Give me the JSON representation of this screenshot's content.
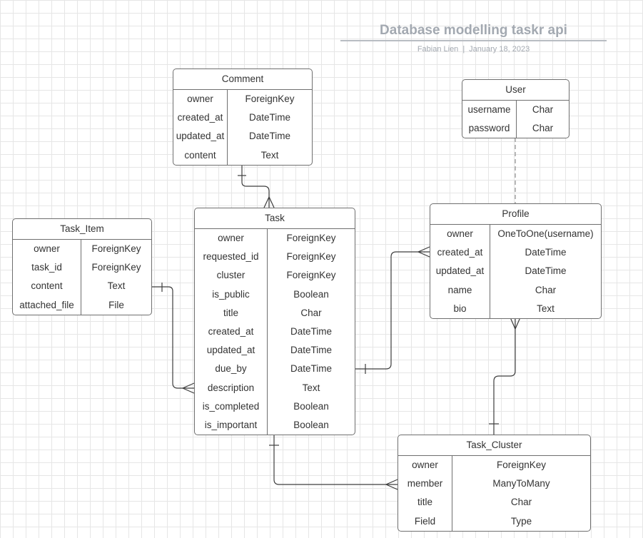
{
  "header": {
    "title": "Database modelling taskr api",
    "author": "Fabian Lien",
    "separator": "|",
    "date": "January 18, 2023"
  },
  "entities": {
    "comment": {
      "title": "Comment",
      "fields": [
        {
          "name": "owner",
          "type": "ForeignKey"
        },
        {
          "name": "created_at",
          "type": "DateTime"
        },
        {
          "name": "updated_at",
          "type": "DateTime"
        },
        {
          "name": "content",
          "type": "Text"
        }
      ]
    },
    "user": {
      "title": "User",
      "fields": [
        {
          "name": "username",
          "type": "Char"
        },
        {
          "name": "password",
          "type": "Char"
        }
      ]
    },
    "task_item": {
      "title": "Task_Item",
      "fields": [
        {
          "name": "owner",
          "type": "ForeignKey"
        },
        {
          "name": "task_id",
          "type": "ForeignKey"
        },
        {
          "name": "content",
          "type": "Text"
        },
        {
          "name": "attached_file",
          "type": "File"
        }
      ]
    },
    "task": {
      "title": "Task",
      "fields": [
        {
          "name": "owner",
          "type": "ForeignKey"
        },
        {
          "name": "requested_id",
          "type": "ForeignKey"
        },
        {
          "name": "cluster",
          "type": "ForeignKey"
        },
        {
          "name": "is_public",
          "type": "Boolean"
        },
        {
          "name": "title",
          "type": "Char"
        },
        {
          "name": "created_at",
          "type": "DateTime"
        },
        {
          "name": "updated_at",
          "type": "DateTime"
        },
        {
          "name": "due_by",
          "type": "DateTime"
        },
        {
          "name": "description",
          "type": "Text"
        },
        {
          "name": "is_completed",
          "type": "Boolean"
        },
        {
          "name": "is_important",
          "type": "Boolean"
        }
      ]
    },
    "profile": {
      "title": "Profile",
      "fields": [
        {
          "name": "owner",
          "type": "OneToOne(username)"
        },
        {
          "name": "created_at",
          "type": "DateTime"
        },
        {
          "name": "updated_at",
          "type": "DateTime"
        },
        {
          "name": "name",
          "type": "Char"
        },
        {
          "name": "bio",
          "type": "Text"
        }
      ]
    },
    "task_cluster": {
      "title": "Task_Cluster",
      "fields": [
        {
          "name": "owner",
          "type": "ForeignKey"
        },
        {
          "name": "member",
          "type": "ManyToMany"
        },
        {
          "name": "title",
          "type": "Char"
        },
        {
          "name": "Field",
          "type": "Type"
        }
      ]
    }
  },
  "relationships": [
    {
      "from": "comment",
      "to": "task",
      "from_end": "one",
      "to_end": "many"
    },
    {
      "from": "task_item",
      "to": "task",
      "from_end": "one",
      "to_end": "many"
    },
    {
      "from": "task",
      "to": "profile",
      "from_end": "one",
      "to_end": "many"
    },
    {
      "from": "user",
      "to": "profile",
      "style": "dashed"
    },
    {
      "from": "task_cluster",
      "to": "profile",
      "from_end": "one",
      "to_end": "many"
    },
    {
      "from": "task",
      "to": "task_cluster",
      "from_end": "one",
      "to_end": "many"
    }
  ],
  "colors": {
    "line": "#3d3d3d",
    "dashed_line": "#999999",
    "entity_border": "#6f6f6f",
    "title_text": "#a3a9b1",
    "grid": "#e6e6e6"
  }
}
